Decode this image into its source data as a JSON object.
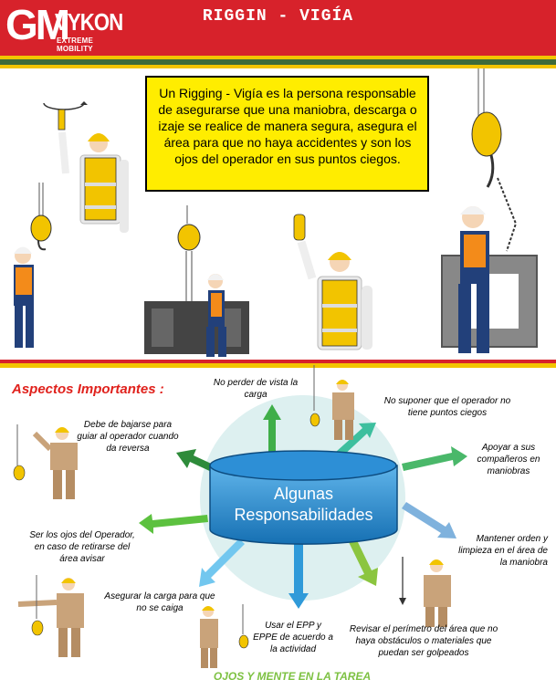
{
  "header": {
    "logo_gm": "GM",
    "logo_name": "VYKON",
    "logo_tagline": "EXTREME MOBILITY",
    "title": "RIGGIN - VIGÍA"
  },
  "definition": "Un Rigging - Vigía es la persona responsable de asegurarse que una maniobra, descarga o izaje se realice de manera segura, asegura el área para que no haya accidentes y son los ojos del operador en sus puntos ciegos.",
  "section_title": "Aspectos Importantes :",
  "center_label_line1": "Algunas",
  "center_label_line2": "Responsabilidades",
  "responsibilities": [
    {
      "text": "No perder de vista la carga",
      "color": "#3fae49"
    },
    {
      "text": "No suponer que el operador no tiene puntos ciegos",
      "color": "#3dbf9e"
    },
    {
      "text": "Apoyar a sus compañeros en maniobras",
      "color": "#4ab86a"
    },
    {
      "text": "Mantener orden y limpieza en el área de la maniobra",
      "color": "#7fb2dd"
    },
    {
      "text": "Revisar el perímetro del área que no haya obstáculos o materiales que puedan ser golpeados",
      "color": "#8bc53f"
    },
    {
      "text": "Usar el EPP y EPPE de acuerdo a la actividad",
      "color": "#2f9ad9"
    },
    {
      "text": "Asegurar la carga para que no se caiga",
      "color": "#72c7ef"
    },
    {
      "text": "Ser los ojos del Operador, en caso de retirarse del área avisar",
      "color": "#5cc13f"
    },
    {
      "text": "Debe de bajarse para guiar al operador cuando da reversa",
      "color": "#2e8b3a"
    }
  ],
  "footer": "OJOS Y MENTE EN LA TAREA",
  "colors": {
    "header_red": "#d7222b",
    "stripe_yellow": "#f2c400",
    "stripe_green": "#3f6b3a",
    "box_yellow": "#ffed00",
    "accent_red": "#e0211c",
    "cylinder_blue": "#1a7fc4",
    "footer_green": "#7dc142"
  }
}
